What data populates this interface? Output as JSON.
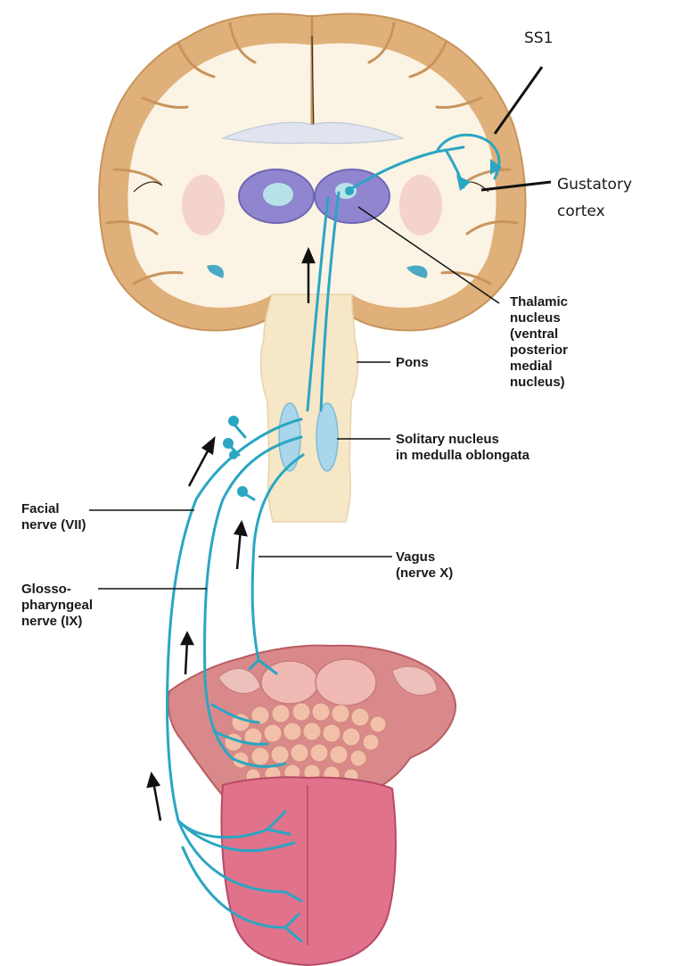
{
  "labels": {
    "ss1": "SS1",
    "gustatory_cortex": "Gustatory\ncortex",
    "thalamic_nucleus": "Thalamic\nnucleus\n(ventral\nposterior\nmedial\nnucleus)",
    "pons": "Pons",
    "solitary_nucleus": "Solitary nucleus\nin medulla oblongata",
    "facial_nerve": "Facial\nnerve (VII)",
    "vagus_nerve": "Vagus\n(nerve X)",
    "glossopharyngeal_nerve": "Glosso-\npharyngeal\nnerve (IX)"
  },
  "colors": {
    "nerve": "#2aa6c2",
    "cortex_gray_matter": "#e0b07a",
    "white_matter": "#fbf3e4",
    "brainstem": "#f6e7c6",
    "thalamus": "#8f86cf",
    "solitary_nucleus": "#a9d6ea",
    "tongue": "#e0728c",
    "arrow": "#111111"
  },
  "icons": [
    "arrow-up-icon",
    "arrow-up-icon",
    "arrow-up-icon",
    "arrow-up-icon",
    "arrow-up-icon"
  ]
}
